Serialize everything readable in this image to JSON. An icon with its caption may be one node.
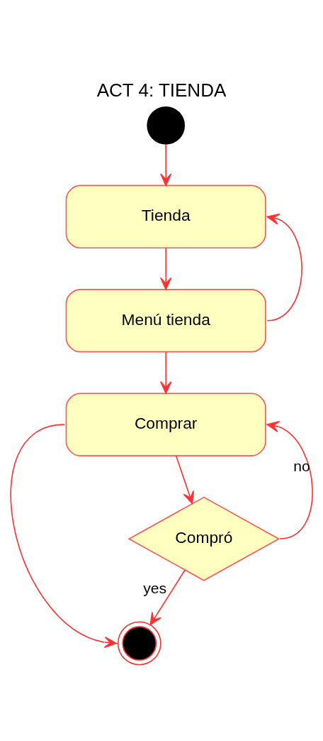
{
  "diagram": {
    "title": "ACT 4: TIENDA",
    "nodes": [
      {
        "text": [],
        "shape": "circle"
      },
      {
        "text": [
          "Tienda"
        ]
      },
      {
        "text": [
          "Menú tienda"
        ]
      },
      {
        "text": [
          "Comprar"
        ]
      },
      {
        "text": [
          "Compró"
        ]
      },
      {
        "text": [],
        "shape": "circle"
      }
    ],
    "edges": [
      {
        "from": 0,
        "to": 1,
        "arrow": "to"
      },
      {
        "from": 1,
        "to": 2,
        "arrow": "to"
      },
      {
        "from": 2,
        "to": 1,
        "arrow": "to"
      },
      {
        "from": 2,
        "to": 3,
        "arrow": "to"
      },
      {
        "from": 3,
        "to": 4,
        "arrow": "to"
      },
      {
        "from": 4,
        "to": 3,
        "arrow": "to",
        "label": "no"
      },
      {
        "from": 4,
        "to": 5,
        "arrow": "to",
        "label": "yes"
      },
      {
        "from": 3,
        "to": 5,
        "arrow": "to"
      }
    ]
  }
}
